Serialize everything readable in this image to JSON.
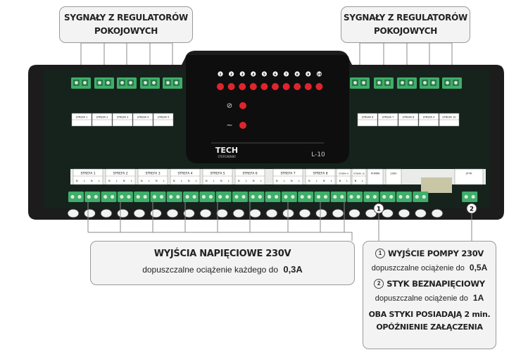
{
  "top_left_callout": {
    "line1": "SYGNAŁY Z REGULATORÓW",
    "line2": "POKOJOWYCH"
  },
  "top_right_callout": {
    "line1": "SYGNAŁY Z REGULATORÓW",
    "line2": "POKOJOWYCH"
  },
  "device": {
    "brand": "TECH",
    "brand_sub": "STEROWNIKI",
    "model": "L-10",
    "indicator_numbers": [
      "1",
      "2",
      "3",
      "4",
      "5",
      "6",
      "7",
      "8",
      "9",
      "10"
    ],
    "pump_symbol": "⊘",
    "power_symbol": "~",
    "zone_labels": [
      "STREFA 1",
      "STREFA 2",
      "STREFA 3",
      "STREFA 4",
      "STREFA 5",
      "STREFA 6",
      "STREFA 7",
      "STREFA 8",
      "STREFA 9",
      "STREFA 10"
    ],
    "pump_label": "POMPA",
    "power_label": "230V",
    "contact_label": "STYK",
    "terminal_pin_labels": [
      "N",
      "L",
      "N",
      "L"
    ],
    "marker_1": "1",
    "marker_2": "2"
  },
  "bottom_left_callout": {
    "title": "WYJŚCIA NAPIĘCIOWE 230V",
    "desc": "dopuszczalne ociążenie każdego do",
    "value": "0,3A"
  },
  "bottom_right_callout": {
    "item1_num": "1",
    "item1_title": "WYJŚCIE POMPY 230V",
    "item1_desc": "dopuszczalne ociążenie do",
    "item1_value": "0,5A",
    "item2_num": "2",
    "item2_title": "STYK BEZNAPIĘCIOWY",
    "item2_desc": "dopuszczalne ociążenie do",
    "item2_value": "1A",
    "note_line1": "OBA STYKI POSIADAJĄ 2 min.",
    "note_line2": "OPÓŹNIENIE ZAŁĄCZENIA"
  },
  "colors": {
    "housing": "#222222",
    "board": "#15231c",
    "terminal_green": "#3fae6a",
    "led_red": "#e0242b",
    "callout_bg": "#f3f3f3"
  }
}
